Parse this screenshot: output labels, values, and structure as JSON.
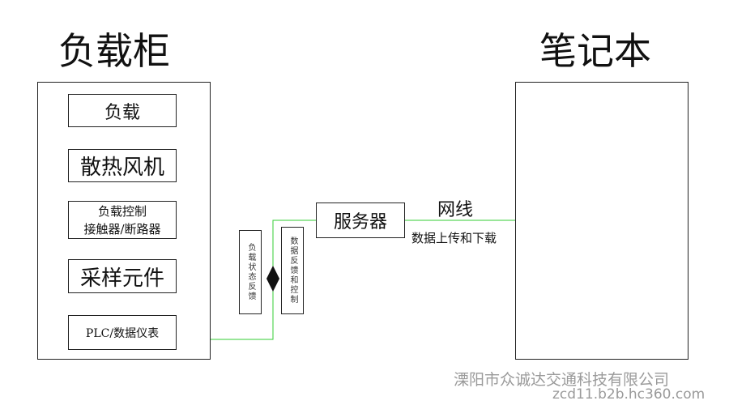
{
  "titles": {
    "cabinet": "负载柜",
    "laptop": "笔记本"
  },
  "cabinet": {
    "load": "负载",
    "fan": "散热风机",
    "contactor_line1": "负载控制",
    "contactor_line2": "接触器/断路器",
    "sampler": "采样元件",
    "plc": "PLC/数据仪表"
  },
  "middle": {
    "status_feedback": "负载状态反馈",
    "data_feedback": "数据反馈和控制",
    "server": "服务器"
  },
  "link": {
    "cable": "网线",
    "transfer": "数据上传和下载"
  },
  "watermark": {
    "company": "溧阳市众诚达交通科技有限公司",
    "site": "zcd11.b2b.hc360.com"
  },
  "colors": {
    "red_wire": "#e03030",
    "green_wire": "#33cc33",
    "border": "#222222"
  }
}
